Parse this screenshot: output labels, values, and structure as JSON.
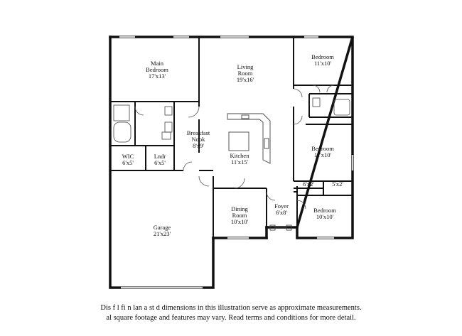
{
  "rooms": {
    "main_bedroom": {
      "name1": "Main",
      "name2": "Bedroom",
      "dims": "17'x13'"
    },
    "living_room": {
      "name1": "Living",
      "name2": "Room",
      "dims": "19'x16'"
    },
    "bedroom_top": {
      "name": "Bedroom",
      "dims": "11'x10'"
    },
    "breakfast_nook": {
      "name1": "Breakfast",
      "name2": "Nook",
      "dims": "8'x9'"
    },
    "kitchen": {
      "name": "Kitchen",
      "dims": "11'x15'"
    },
    "bedroom_mid": {
      "name": "Bedroom",
      "dims": "11'x10'"
    },
    "wic": {
      "name": "WIC",
      "dims": "6'x5'"
    },
    "laundry": {
      "name": "Lndr",
      "dims": "6'x5'"
    },
    "closet_a": {
      "dims": "6'x2'"
    },
    "closet_b": {
      "dims": "5'x2'"
    },
    "dining_room": {
      "name1": "Dining",
      "name2": "Room",
      "dims": "10'x10'"
    },
    "foyer": {
      "name": "Foyer",
      "dims": "6'x8'"
    },
    "bedroom_low": {
      "name": "Bedroom",
      "dims": "10'x10'"
    },
    "garage": {
      "name": "Garage",
      "dims": "21'x23'"
    }
  },
  "disclaimer": {
    "line1": "Dis       f  l fi  n lan  a   st d dimensions in this illustration serve as approximate measurements.",
    "line2": "al square footage and features may vary. Read terms and conditions for more detail."
  }
}
